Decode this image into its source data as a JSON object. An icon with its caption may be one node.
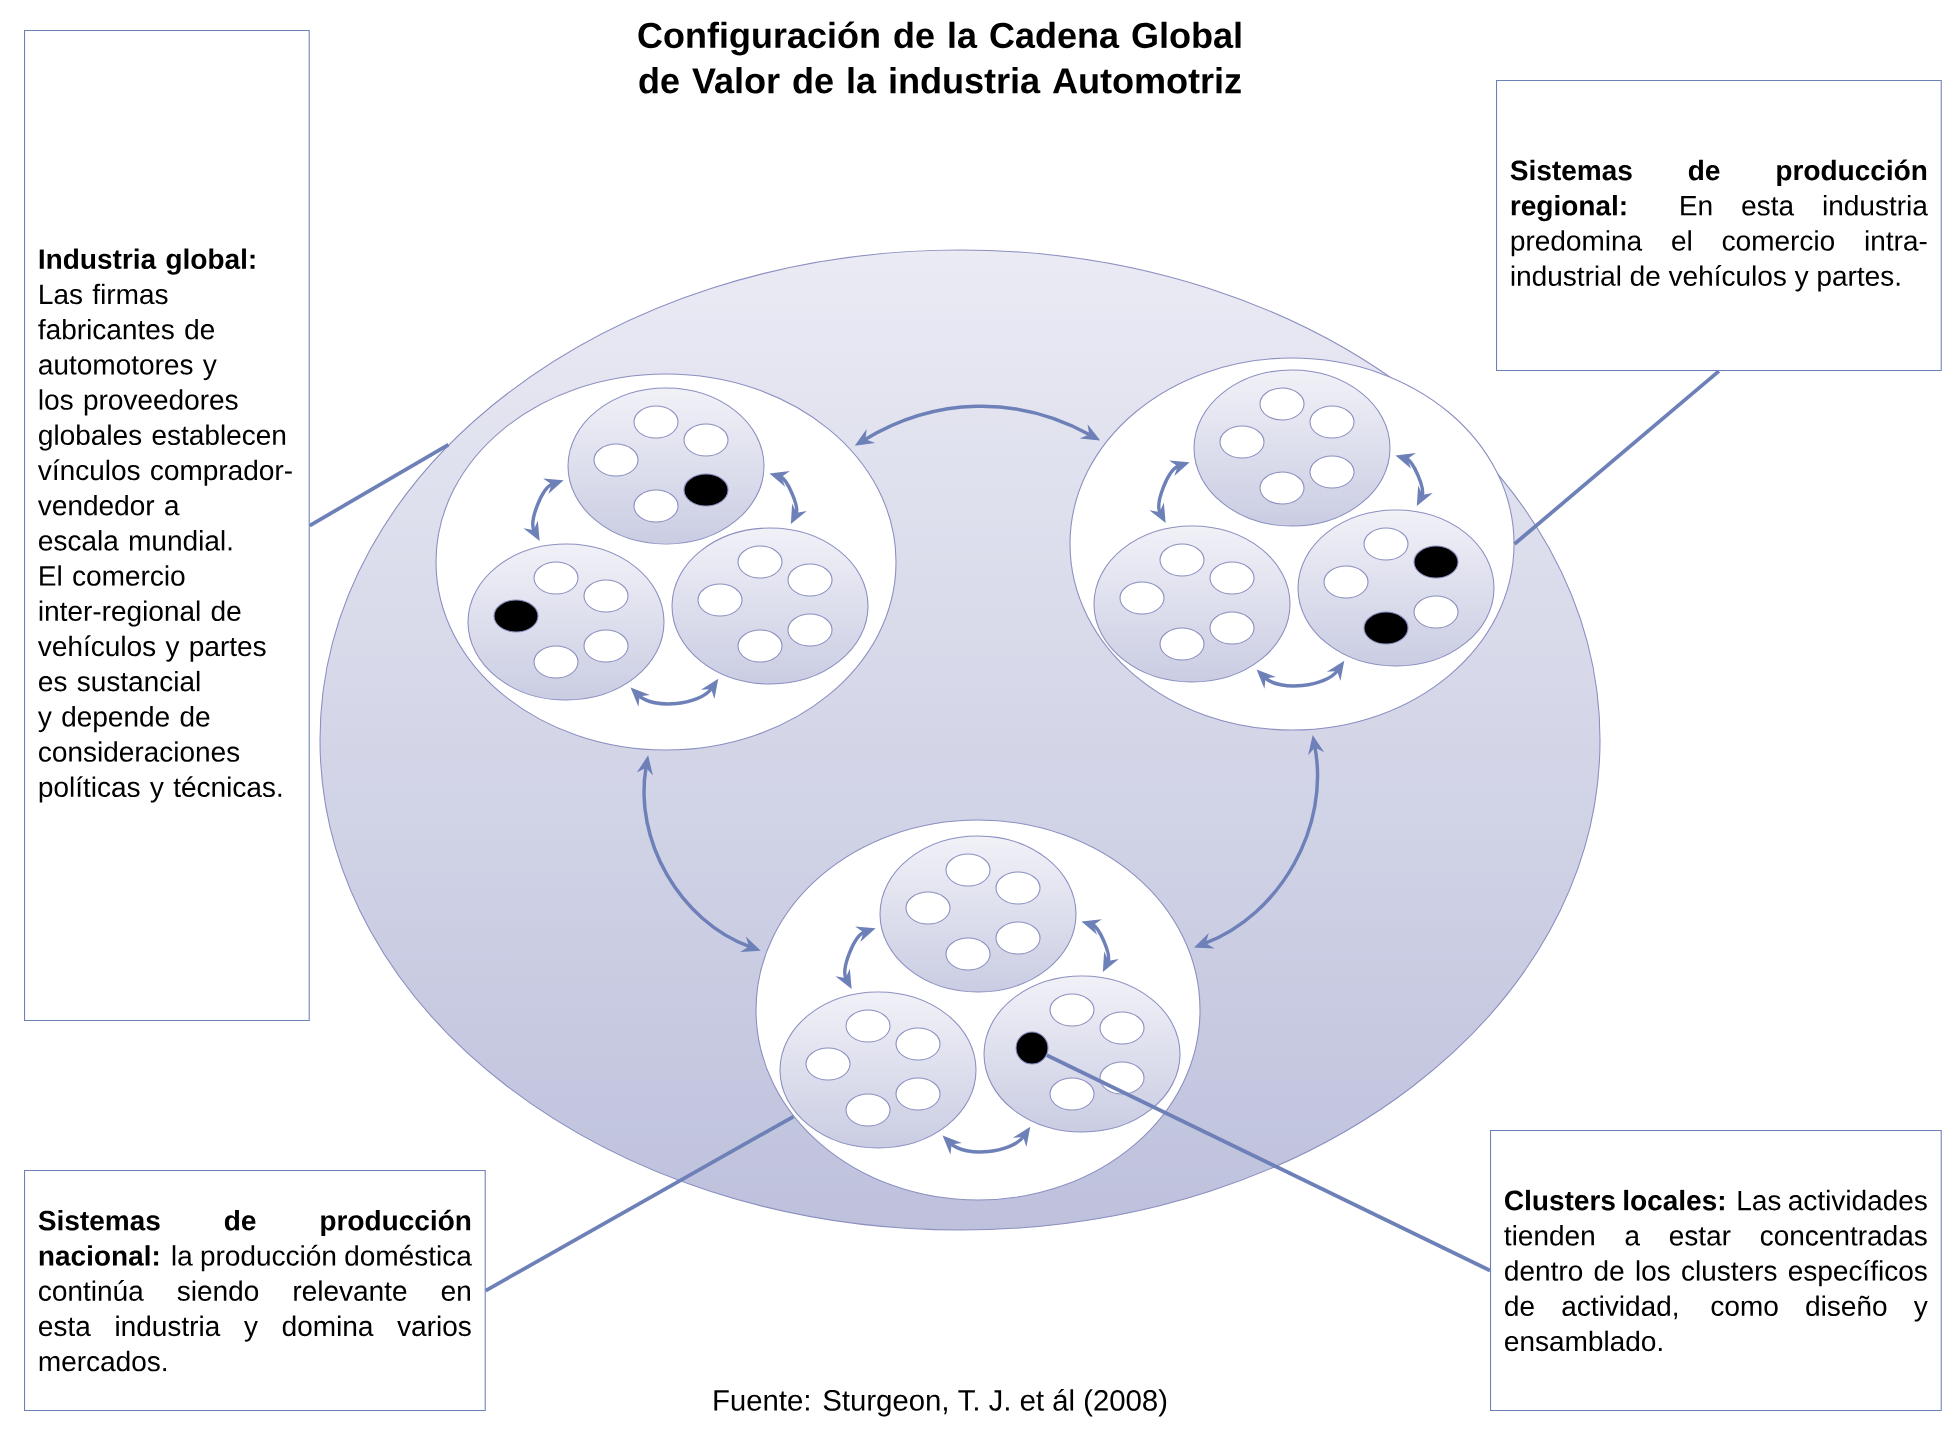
{
  "diagram": {
    "title": "Configuración de la Cadena Global de Valor de la industria Automotriz",
    "caption": "Fuente: Sturgeon, T. J. et ál (2008)",
    "nodes": [
      {
        "text": [
          "**Industria global:** Las firmas fabricantes de automotores y los proveedores globales establecen vínculos comprador-vendedor a escala mundial. El comercio inter-regional de vehículos y partes es sustancial y depende de consideraciones políticas y técnicas."
        ]
      },
      {
        "text": [
          "**Sistemas de producción regional:** En esta industria predomina el comercio intra-industrial de vehículos y partes."
        ]
      },
      {
        "text": [],
        "shape": "ellipse"
      },
      {
        "text": [],
        "shape": "ellipse",
        "in": 2
      },
      {
        "text": [],
        "shape": "ellipse",
        "in": 3
      },
      {
        "text": [],
        "shape": "ellipse",
        "in": 3
      },
      {
        "text": [],
        "shape": "ellipse",
        "in": 3
      },
      {
        "text": [],
        "shape": "ellipse",
        "in": 2
      },
      {
        "text": [],
        "shape": "ellipse",
        "in": 7
      },
      {
        "text": [],
        "shape": "ellipse",
        "in": 7
      },
      {
        "text": [],
        "shape": "ellipse",
        "in": 7
      },
      {
        "text": [],
        "shape": "ellipse",
        "in": 2
      },
      {
        "text": [],
        "shape": "ellipse",
        "in": 11
      },
      {
        "text": [],
        "shape": "ellipse",
        "in": 11
      },
      {
        "text": [],
        "shape": "ellipse",
        "in": 11
      },
      {
        "text": [],
        "shape": "circle",
        "in": 14
      },
      {
        "text": [
          "**Sistemas de producción nacional:** la producción doméstica continúa siendo relevante en esta industria y domina varios mercados."
        ]
      },
      {
        "text": [
          "**Clusters locales:** Las actividades tienden a estar concentradas dentro de los clusters específicos de actividad, como diseño y ensamblado."
        ]
      }
    ],
    "edges": [
      {
        "from": 3,
        "to": 7,
        "arrow": "both"
      },
      {
        "from": 3,
        "to": 11,
        "arrow": "both"
      },
      {
        "from": 7,
        "to": 11,
        "arrow": "both"
      },
      {
        "from": 4,
        "to": 5,
        "arrow": "both"
      },
      {
        "from": 4,
        "to": 6,
        "arrow": "both"
      },
      {
        "from": 5,
        "to": 6,
        "arrow": "both"
      },
      {
        "from": 8,
        "to": 9,
        "arrow": "both"
      },
      {
        "from": 8,
        "to": 10,
        "arrow": "both"
      },
      {
        "from": 9,
        "to": 10,
        "arrow": "both"
      },
      {
        "from": 12,
        "to": 13,
        "arrow": "both"
      },
      {
        "from": 12,
        "to": 14,
        "arrow": "both"
      },
      {
        "from": 13,
        "to": 14,
        "arrow": "both"
      },
      {
        "from": 0,
        "to": 2,
        "arrow": "none"
      },
      {
        "from": 1,
        "to": 7,
        "arrow": "none"
      },
      {
        "from": 16,
        "to": 11,
        "arrow": "none"
      },
      {
        "from": 17,
        "to": 15,
        "arrow": "none"
      }
    ]
  }
}
